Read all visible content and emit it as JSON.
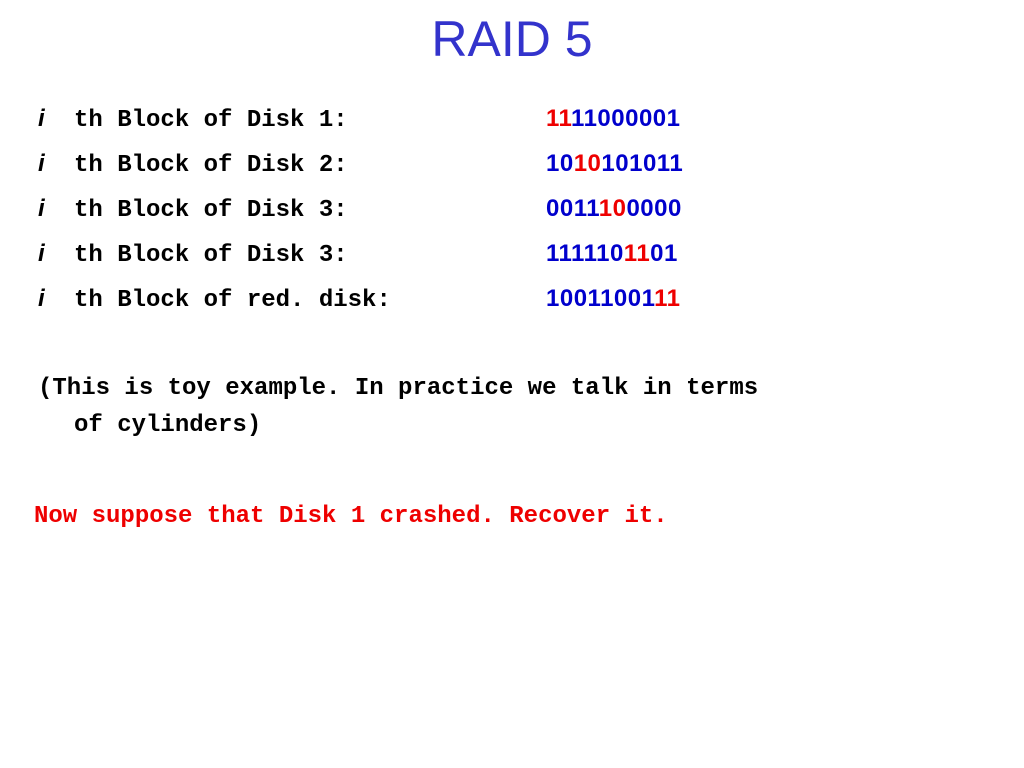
{
  "title": "RAID 5",
  "rows": [
    {
      "index_symbol": "i",
      "label": "th Block of Disk 1:",
      "bits": [
        {
          "text": "11",
          "color": "red"
        },
        {
          "text": "11000001",
          "color": "blue"
        }
      ]
    },
    {
      "index_symbol": "i",
      "label": "th Block of Disk 2:",
      "bits": [
        {
          "text": "10",
          "color": "blue"
        },
        {
          "text": "10",
          "color": "red"
        },
        {
          "text": "101011",
          "color": "blue"
        }
      ]
    },
    {
      "index_symbol": "i",
      "label": "th Block of Disk 3:",
      "bits": [
        {
          "text": "0011",
          "color": "blue"
        },
        {
          "text": "10",
          "color": "red"
        },
        {
          "text": "0000",
          "color": "blue"
        }
      ]
    },
    {
      "index_symbol": "i",
      "label": "th Block of Disk 3:",
      "bits": [
        {
          "text": "111110",
          "color": "blue"
        },
        {
          "text": "11",
          "color": "red"
        },
        {
          "text": "01",
          "color": "blue"
        }
      ]
    },
    {
      "index_symbol": "i",
      "label": "th Block of red. disk:",
      "bits": [
        {
          "text": "10011001",
          "color": "blue"
        },
        {
          "text": "11",
          "color": "red"
        }
      ]
    }
  ],
  "note": {
    "line1": "(This is toy example. In practice we talk in terms",
    "line2": "of cylinders)"
  },
  "crash_prompt": "Now suppose that Disk 1 crashed. Recover it.",
  "colors": {
    "title": "#3333cc",
    "blue": "#0000cc",
    "red": "#ee0000",
    "text": "#000000"
  }
}
